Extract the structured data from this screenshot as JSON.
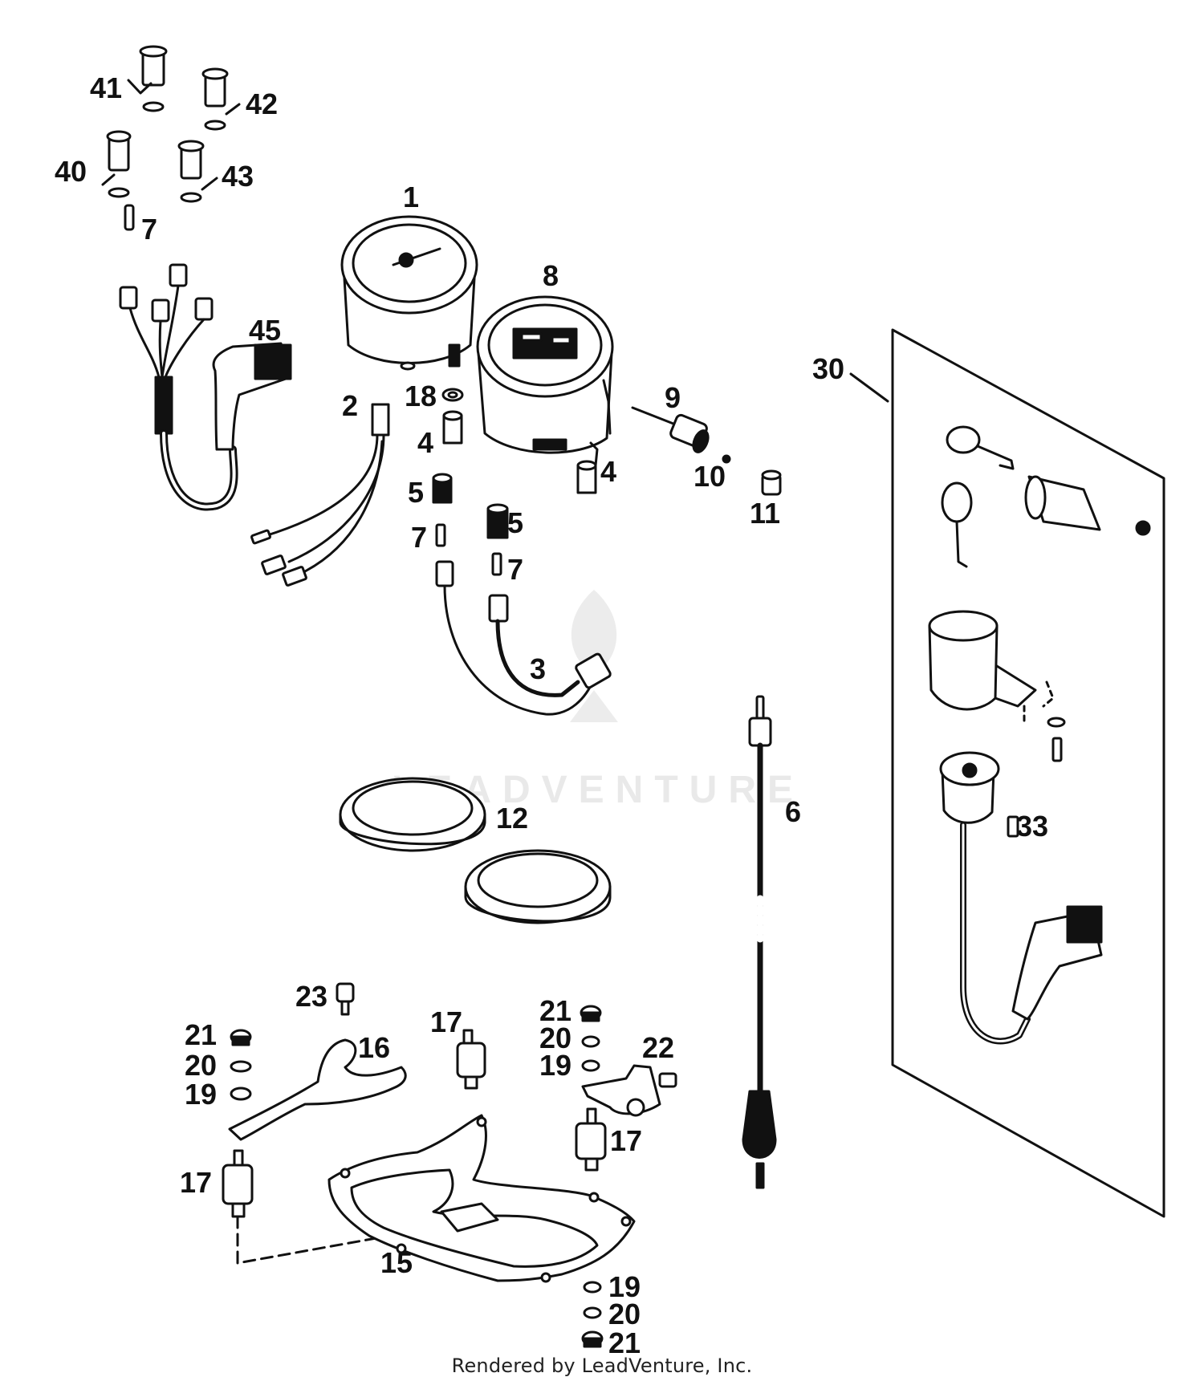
{
  "diagram": {
    "watermark_text": "LEADVENTURE",
    "footer_text": "Rendered by LeadVenture, Inc.",
    "callouts": [
      {
        "id": "c41",
        "label": "41"
      },
      {
        "id": "c42",
        "label": "42"
      },
      {
        "id": "c40",
        "label": "40"
      },
      {
        "id": "c43",
        "label": "43"
      },
      {
        "id": "c7a",
        "label": "7"
      },
      {
        "id": "c45",
        "label": "45"
      },
      {
        "id": "c1",
        "label": "1"
      },
      {
        "id": "c8",
        "label": "8"
      },
      {
        "id": "c18",
        "label": "18"
      },
      {
        "id": "c2",
        "label": "2"
      },
      {
        "id": "c4a",
        "label": "4"
      },
      {
        "id": "c4b",
        "label": "4"
      },
      {
        "id": "c9",
        "label": "9"
      },
      {
        "id": "c10",
        "label": "10"
      },
      {
        "id": "c11",
        "label": "11"
      },
      {
        "id": "c5a",
        "label": "5"
      },
      {
        "id": "c5b",
        "label": "5"
      },
      {
        "id": "c7b",
        "label": "7"
      },
      {
        "id": "c7c",
        "label": "7"
      },
      {
        "id": "c3",
        "label": "3"
      },
      {
        "id": "c30",
        "label": "30"
      },
      {
        "id": "c33",
        "label": "33"
      },
      {
        "id": "c6",
        "label": "6"
      },
      {
        "id": "c12",
        "label": "12"
      },
      {
        "id": "c23",
        "label": "23"
      },
      {
        "id": "c21a",
        "label": "21"
      },
      {
        "id": "c20a",
        "label": "20"
      },
      {
        "id": "c19a",
        "label": "19"
      },
      {
        "id": "c16",
        "label": "16"
      },
      {
        "id": "c17a",
        "label": "17"
      },
      {
        "id": "c17b",
        "label": "17"
      },
      {
        "id": "c17c",
        "label": "17"
      },
      {
        "id": "c21b",
        "label": "21"
      },
      {
        "id": "c20b",
        "label": "20"
      },
      {
        "id": "c19b",
        "label": "19"
      },
      {
        "id": "c22",
        "label": "22"
      },
      {
        "id": "c15",
        "label": "15"
      },
      {
        "id": "c19c",
        "label": "19"
      },
      {
        "id": "c20c",
        "label": "20"
      },
      {
        "id": "c21c",
        "label": "21"
      }
    ]
  }
}
